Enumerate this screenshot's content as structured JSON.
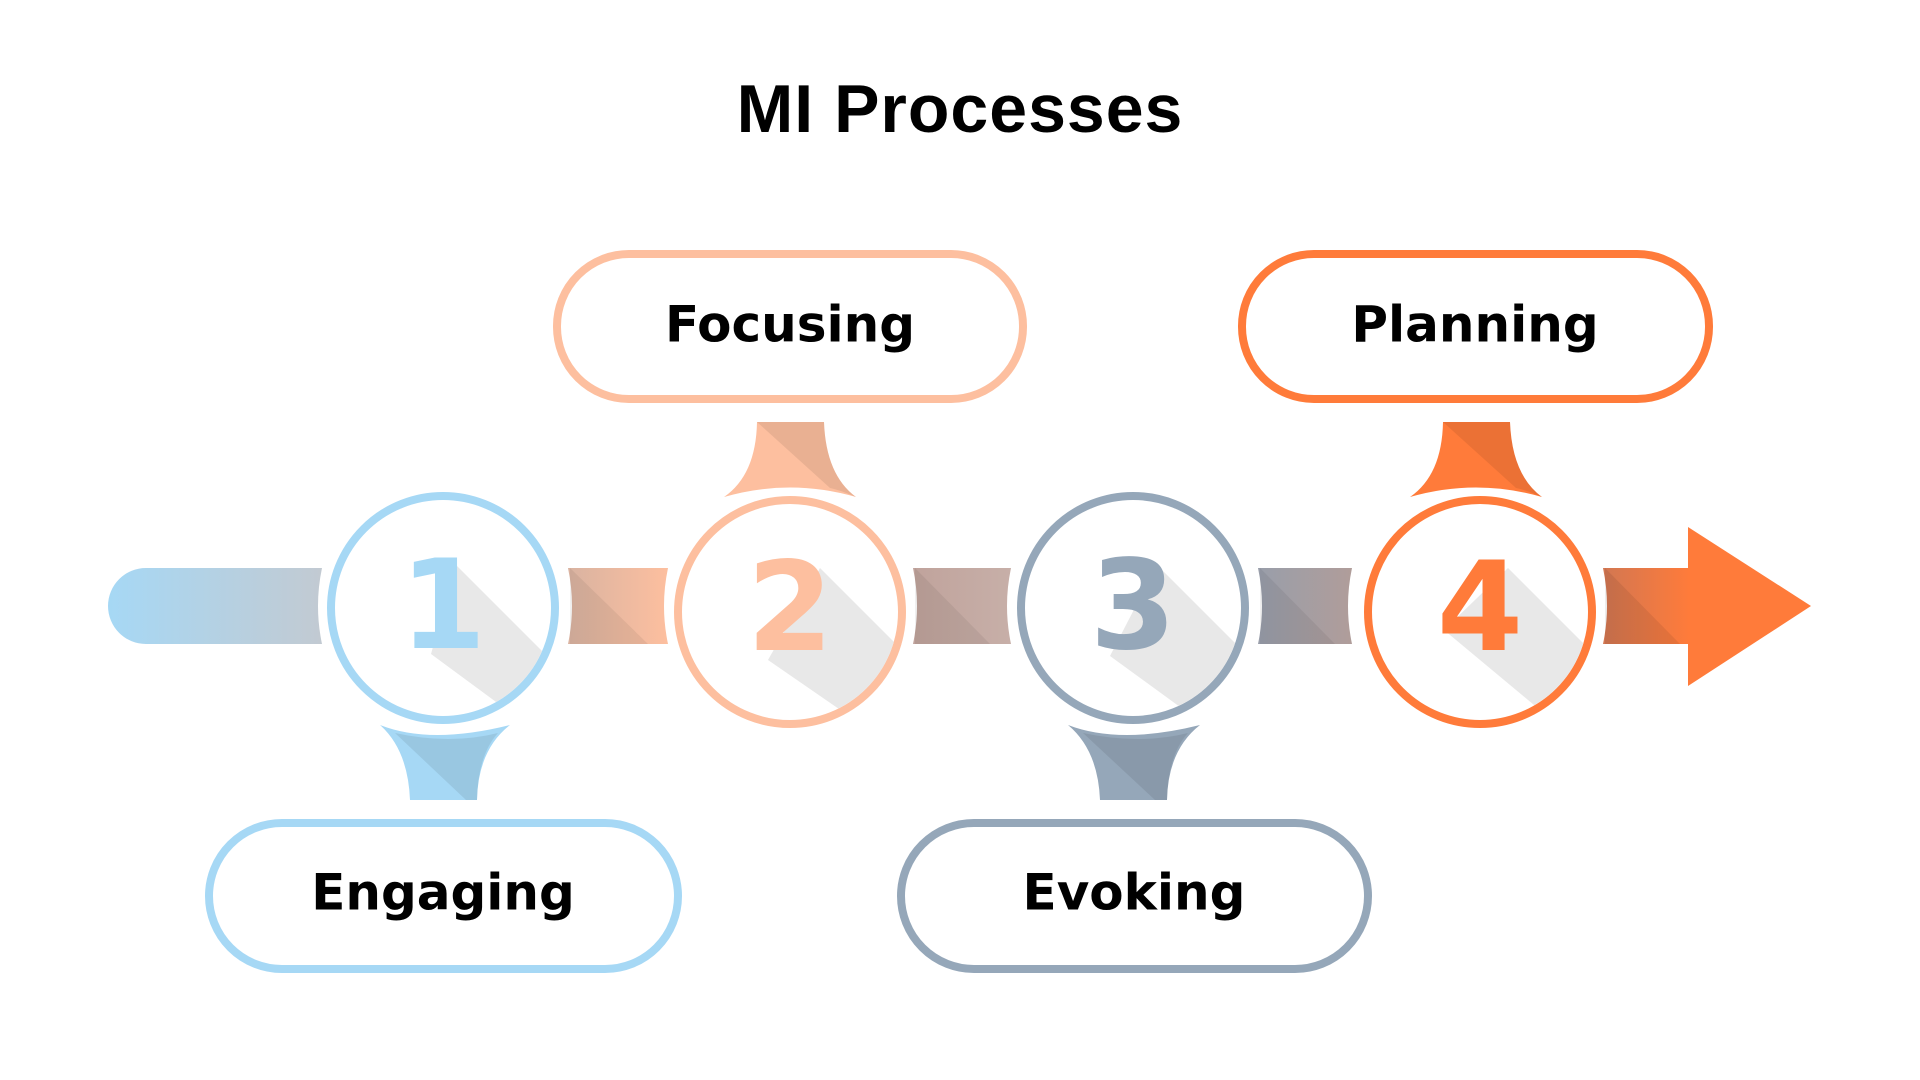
{
  "title": "MI Processes",
  "steps": [
    {
      "number": "1",
      "label": "Engaging",
      "color": "#A6D8F5",
      "position": "bottom"
    },
    {
      "number": "2",
      "label": "Focusing",
      "color": "#FDBF9F",
      "position": "top"
    },
    {
      "number": "3",
      "label": "Evoking",
      "color": "#95A7B9",
      "position": "bottom"
    },
    {
      "number": "4",
      "label": "Planning",
      "color": "#FF7B3A",
      "position": "top"
    }
  ],
  "connector_colors": {
    "start": [
      "#A6D8F5",
      "#C2CAD2"
    ],
    "c12": [
      "#D9B3A1",
      "#FDBF9F"
    ],
    "c23": [
      "#C0A39C",
      "#C7AFA8"
    ],
    "c34": [
      "#999EAA",
      "#B09D9A"
    ],
    "end": [
      "#D27752",
      "#FF7B3A"
    ]
  },
  "shadow_color": "#E8E8E8"
}
